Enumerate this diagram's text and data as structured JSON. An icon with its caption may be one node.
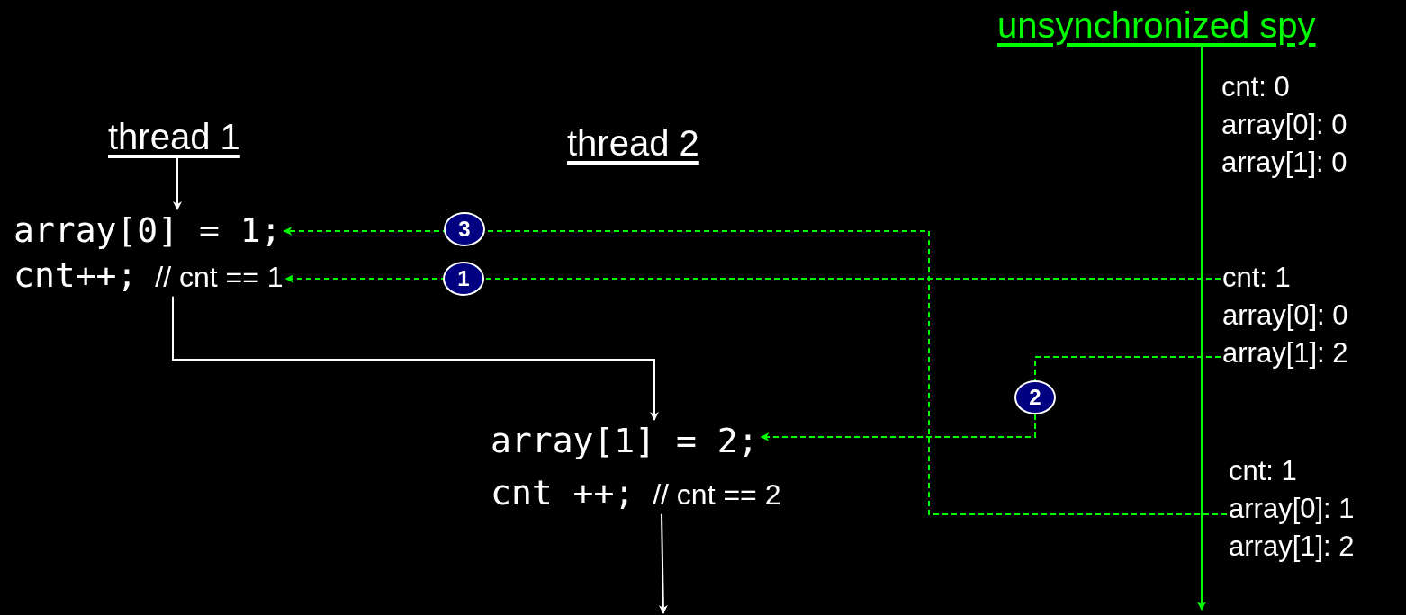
{
  "diagram": {
    "nodes": [
      {
        "text": [
          "thread 1"
        ]
      },
      {
        "text": [
          "array[0] = 1;"
        ]
      },
      {
        "text": [
          "cnt++;",
          "// cnt == 1"
        ]
      },
      {
        "text": [
          "thread 2"
        ]
      },
      {
        "text": [
          "array[1] = 2;"
        ]
      },
      {
        "text": [
          "cnt ++;",
          "// cnt == 2"
        ]
      },
      {
        "text": [
          "unsynchronized spy"
        ]
      },
      {
        "text": [
          "cnt: 0"
        ]
      },
      {
        "text": [
          "array[0]: 0"
        ]
      },
      {
        "text": [
          "array[1]: 0"
        ]
      },
      {
        "text": [
          "cnt: 1"
        ]
      },
      {
        "text": [
          "array[0]: 0"
        ]
      },
      {
        "text": [
          "array[1]: 2"
        ]
      },
      {
        "text": [
          "cnt: 1"
        ]
      },
      {
        "text": [
          "array[0]: 1"
        ]
      },
      {
        "text": [
          "array[1]: 2"
        ]
      }
    ],
    "edges": [
      {
        "from": 0,
        "to": 1,
        "arrow": "to",
        "color": "#ffffff"
      },
      {
        "from": 2,
        "to": 4,
        "arrow": "to",
        "color": "#ffffff"
      },
      {
        "from": 5,
        "to": null,
        "arrow": "to",
        "color": "#ffffff"
      },
      {
        "from": 6,
        "to": null,
        "arrow": "to",
        "color": "#00ff00"
      },
      {
        "from": 10,
        "to": 2,
        "arrow": "to",
        "style": "dashed",
        "color": "#00ff00",
        "label": "1"
      },
      {
        "from": 12,
        "to": 4,
        "arrow": "to",
        "style": "dashed",
        "color": "#00ff00",
        "label": "2"
      },
      {
        "from": 14,
        "to": 1,
        "arrow": "to",
        "style": "dashed",
        "color": "#00ff00",
        "label": "3"
      }
    ]
  }
}
